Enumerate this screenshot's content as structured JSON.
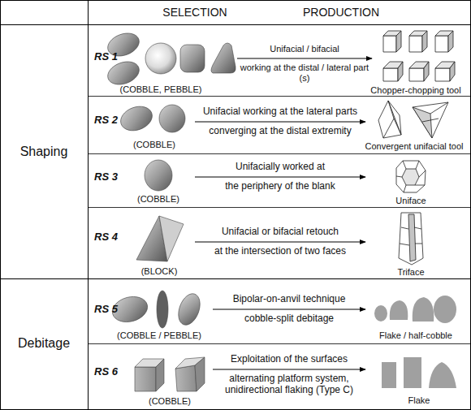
{
  "diagram": {
    "labels": [
      "SELECTION",
      "PRODUCTION",
      "Shaping",
      "RS 1",
      "(COBBLE, PEBBLE)",
      "Unifacial / bifacial",
      "working at the distal / lateral part (s)",
      "Chopper-chopping tool",
      "RS 2",
      "(COBBLE)",
      "Unifacial working at the lateral parts",
      "converging at the distal extremity",
      "Convergent unifacial tool",
      "RS 3",
      "(COBBLE)",
      "Unifacially worked at",
      "the periphery of the blank",
      "Uniface",
      "RS 4",
      "(BLOCK)",
      "Unifacial or bifacial retouch",
      "at the intersection of two faces",
      "Triface",
      "Debitage",
      "RS 5",
      "(COBBLE / PEBBLE)",
      "Bipolar-on-anvil technique",
      "cobble-split debitage",
      "Flake / half-cobble",
      "RS 6",
      "(COBBLE)",
      "Exploitation of the surfaces",
      "alternating platform system, unidirectional flaking (Type C)",
      "Flake"
    ]
  }
}
